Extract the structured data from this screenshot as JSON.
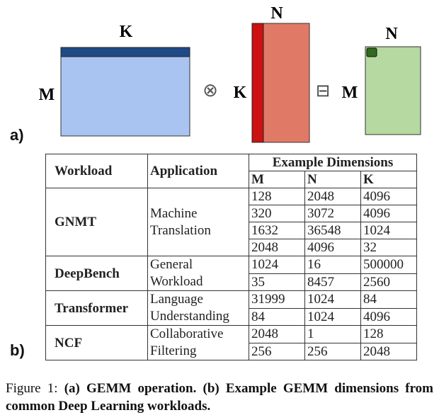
{
  "panel_labels": {
    "a": "a)",
    "b": "b)"
  },
  "diagram": {
    "label_k_top": "K",
    "label_m_left": "M",
    "operator_times": "⊗",
    "label_k_mid": "K",
    "label_n_top": "N",
    "operator_equals": "⊟",
    "label_m_right": "M",
    "label_n_right": "N",
    "colors": {
      "matrix_a_fill": "#a9c4f0",
      "matrix_a_bar": "#1f4a86",
      "matrix_b_fill": "#e07a67",
      "matrix_b_bar": "#cc1111",
      "matrix_c_fill": "#b5d9a0",
      "matrix_c_tile": "#2f6b1e"
    }
  },
  "table": {
    "headers": {
      "workload": "Workload",
      "application": "Application",
      "example_dimensions": "Example Dimensions",
      "m": "M",
      "n": "N",
      "k": "K"
    },
    "groups": [
      {
        "workload": "GNMT",
        "application": [
          "Machine",
          "Translation"
        ],
        "rows": [
          [
            "128",
            "2048",
            "4096"
          ],
          [
            "320",
            "3072",
            "4096"
          ],
          [
            "1632",
            "36548",
            "1024"
          ],
          [
            "2048",
            "4096",
            "32"
          ]
        ]
      },
      {
        "workload": "DeepBench",
        "application": [
          "General",
          "Workload"
        ],
        "rows": [
          [
            "1024",
            "16",
            "500000"
          ],
          [
            "35",
            "8457",
            "2560"
          ]
        ]
      },
      {
        "workload": "Transformer",
        "application": [
          "Language",
          "Understanding"
        ],
        "rows": [
          [
            "31999",
            "1024",
            "84"
          ],
          [
            "84",
            "1024",
            "4096"
          ]
        ]
      },
      {
        "workload": "NCF",
        "application": [
          "Collaborative",
          "Filtering"
        ],
        "rows": [
          [
            "2048",
            "1",
            "128"
          ],
          [
            "256",
            "256",
            "2048"
          ]
        ]
      }
    ]
  },
  "caption": {
    "prefix": "Figure 1: ",
    "bold": "(a) GEMM operation. (b) Example GEMM dimensions from common Deep Learning workloads."
  }
}
